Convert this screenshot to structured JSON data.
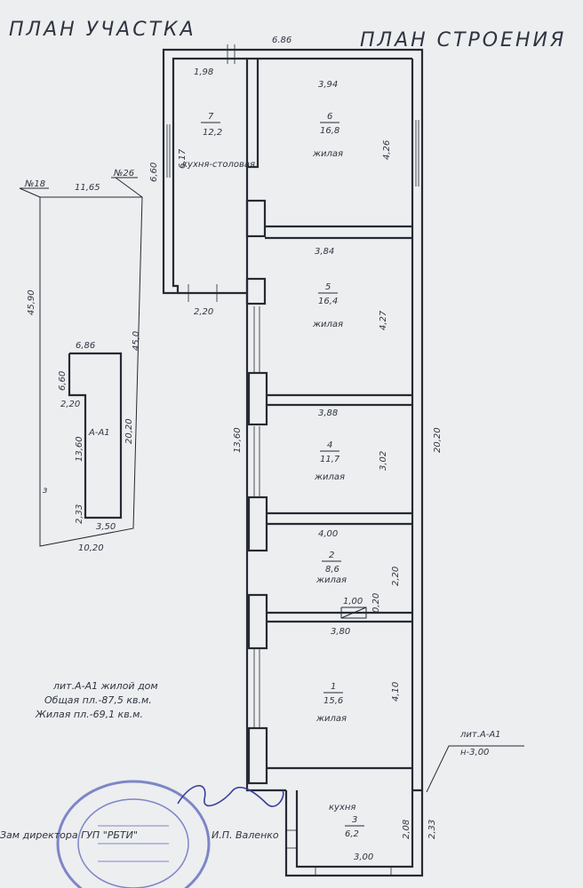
{
  "titles": {
    "site_plan": "ПЛАН УЧАСТКА",
    "building_plan": "ПЛАН СТРОЕНИЯ"
  },
  "site": {
    "neighbor_left": "№18",
    "neighbor_right": "№26",
    "top_width": "11,65",
    "left_length": "45,90",
    "right_length": "45,0",
    "bottom_width": "10,20",
    "mark": "з",
    "house": {
      "label": "А-А1",
      "top": "6,86",
      "left_upper": "6,60",
      "step": "2,20",
      "left_lower": "13,60",
      "right": "20,20",
      "bottom_left": "2,33",
      "bottom": "3,50"
    }
  },
  "building": {
    "dims": {
      "total_width": "6.86",
      "annex_width_top": "1,98",
      "annex_height": "6,60",
      "annex_inner": "6,17",
      "annex_bottom": "2,20",
      "total_length": "20,20",
      "main_left": "13,60",
      "kitchen_height": "2,08",
      "kitchen_side": "2,33",
      "kitchen_width": "3,00",
      "closet_width": "1,00",
      "closet_depth": "0,20"
    },
    "rooms": [
      {
        "num": "7",
        "area": "12,2",
        "name": "кухня-столовая"
      },
      {
        "num": "6",
        "area": "16,8",
        "name": "жилая",
        "width": "3,94",
        "height": "4,26"
      },
      {
        "num": "5",
        "area": "16,4",
        "name": "жилая",
        "width": "3,84",
        "height": "4,27"
      },
      {
        "num": "4",
        "area": "11,7",
        "name": "жилая",
        "width": "3,88",
        "height": "3,02"
      },
      {
        "num": "2",
        "area": "8,6",
        "name": "жилая",
        "width": "4,00",
        "height": "2,20"
      },
      {
        "num": "1",
        "area": "15,6",
        "name": "жилая",
        "width": "3,80",
        "height": "4,10"
      },
      {
        "num": "3",
        "area": "6,2",
        "name": "кухня"
      }
    ],
    "callout_lit": "лит.А-А1",
    "callout_height": "н-3,00"
  },
  "notes": {
    "line1": "лит.А-А1 жилой дом",
    "line2": "Общая пл.-87,5 кв.м.",
    "line3": "Жилая пл.-69,1 кв.м."
  },
  "signature": {
    "role": "Зам директора ГУП \"РБТИ\"",
    "name": "И.П. Валенко"
  },
  "colors": {
    "paper": "#eceef0",
    "ink": "#262a33",
    "stamp": "#5a63b8"
  }
}
